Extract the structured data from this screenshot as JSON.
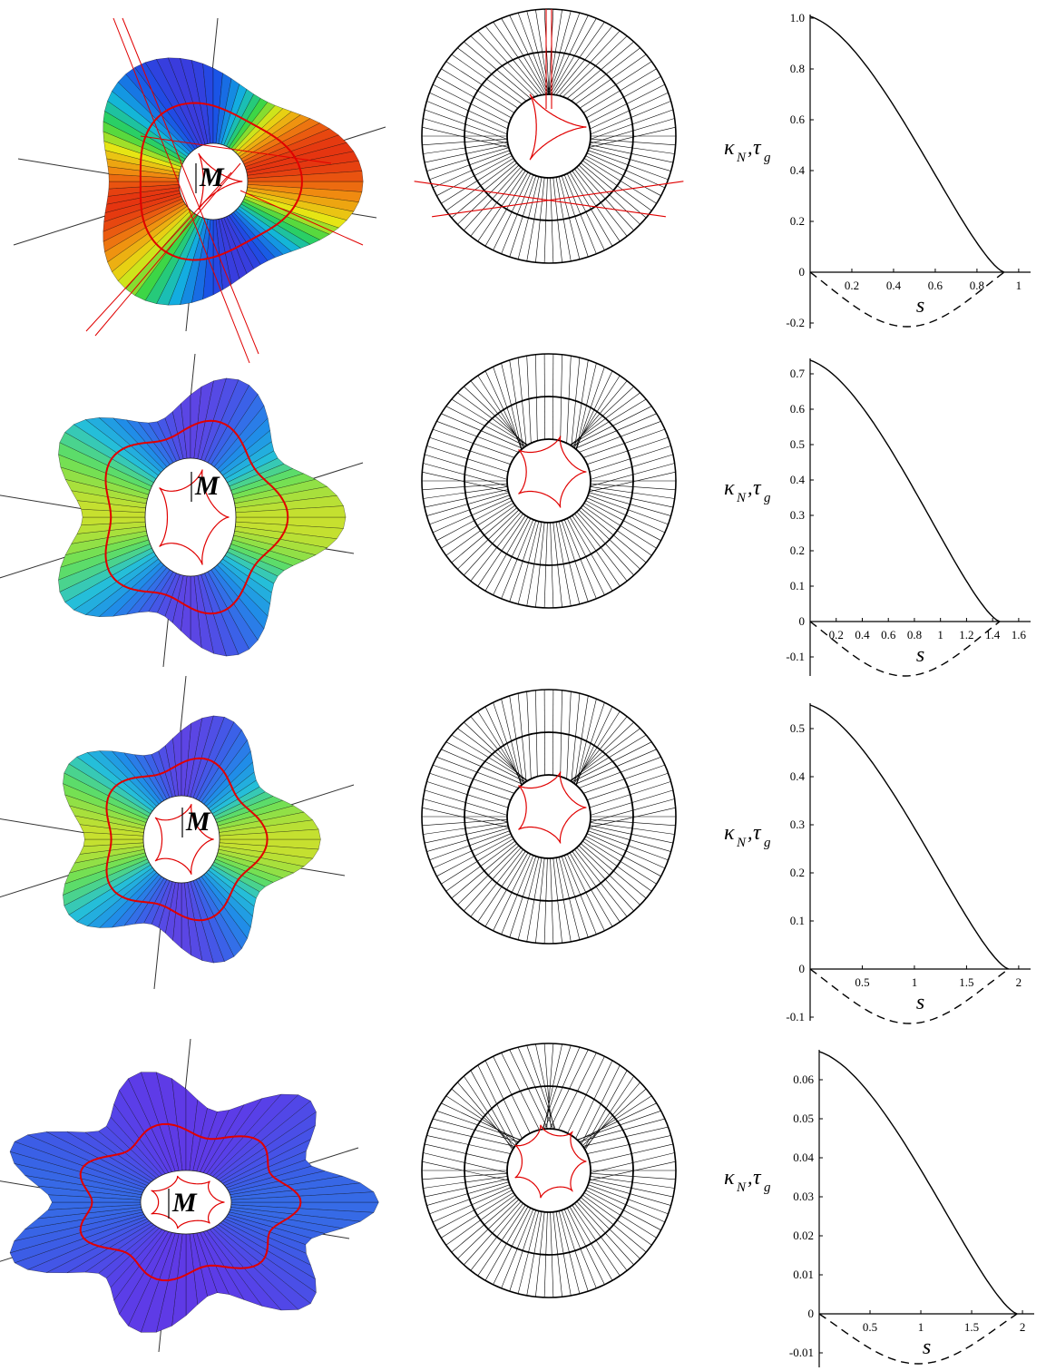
{
  "labels": {
    "marker": "M",
    "y_axis_main": "κ",
    "y_axis_sub1": "N",
    "y_axis_sep": ",",
    "y_axis_main2": "τ",
    "y_axis_sub2": "g",
    "x_axis": "s"
  },
  "colors": {
    "red": "#e00000",
    "line": "#000000"
  },
  "rows": [
    {
      "surface": {
        "lobes": 3,
        "palette": "rainbow"
      },
      "disk": {
        "lobes": 3
      },
      "plot": {
        "xticks": [
          "0.2",
          "0.4",
          "0.6",
          "0.8",
          "1"
        ],
        "yticks": [
          "1.0",
          "0.8",
          "0.6",
          "0.4",
          "0.2",
          "0",
          "-0.2"
        ]
      }
    },
    {
      "surface": {
        "lobes": 5,
        "palette": "blue-yellow"
      },
      "disk": {
        "lobes": 5
      },
      "plot": {
        "xticks": [
          "0.2",
          "0.4",
          "0.6",
          "0.8",
          "1",
          "1.2",
          "1.4",
          "1.6"
        ],
        "yticks": [
          "0.7",
          "0.6",
          "0.5",
          "0.4",
          "0.3",
          "0.2",
          "0.1",
          "0",
          "-0.1"
        ]
      }
    },
    {
      "surface": {
        "lobes": 5,
        "palette": "blue-yellow"
      },
      "disk": {
        "lobes": 5
      },
      "plot": {
        "xticks": [
          "0.5",
          "1",
          "1.5",
          "2"
        ],
        "yticks": [
          "0.5",
          "0.4",
          "0.3",
          "0.2",
          "0.1",
          "0",
          "-0.1"
        ]
      }
    },
    {
      "surface": {
        "lobes": 7,
        "palette": "violet"
      },
      "disk": {
        "lobes": 7
      },
      "plot": {
        "xticks": [
          "0.5",
          "1",
          "1.5",
          "2"
        ],
        "yticks": [
          "0.06",
          "0.05",
          "0.04",
          "0.03",
          "0.02",
          "0.01",
          "0",
          "-0.01"
        ]
      }
    }
  ]
}
